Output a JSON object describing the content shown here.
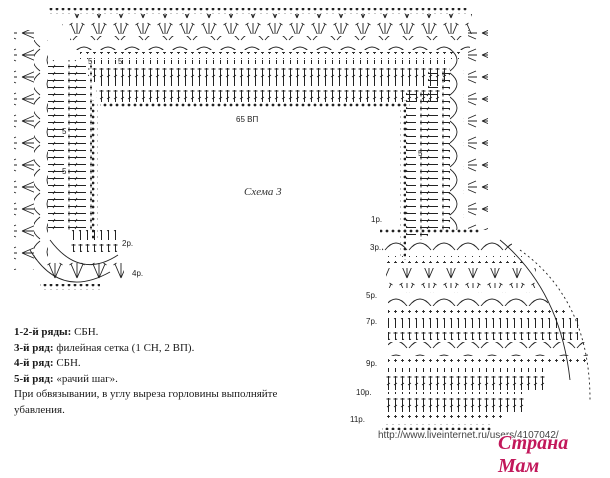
{
  "schema": {
    "title": "Схема 3",
    "foundation_label": "65 ВП",
    "stitch_counts": [
      "5",
      "5",
      "5",
      "5",
      "5"
    ]
  },
  "row_labels": {
    "r1": "1р.",
    "r2": "2р.",
    "r3": "3р.",
    "r4": "4р.",
    "r5": "5р.",
    "r7": "7р.",
    "r9": "9р.",
    "r10": "10р.",
    "r11": "11р."
  },
  "legend": {
    "rows": [
      {
        "key": "1-2-й ряды:",
        "value": "СБН."
      },
      {
        "key": "3-й ряд:",
        "value": "филейная сетка (1 СН, 2 ВП)."
      },
      {
        "key": "4-й ряд:",
        "value": "СБН."
      },
      {
        "key": "5-й ряд:",
        "value": "«рачий шаг»."
      }
    ],
    "note": "При обвязывании, в углу выреза горловины выполняйте убавления."
  },
  "watermark": {
    "url": "http://www.liveinternet.ru/users/4107042/",
    "logo": "Страна Мам"
  },
  "colors": {
    "ink": "#1a1a1a",
    "logo": "#c2185b"
  }
}
